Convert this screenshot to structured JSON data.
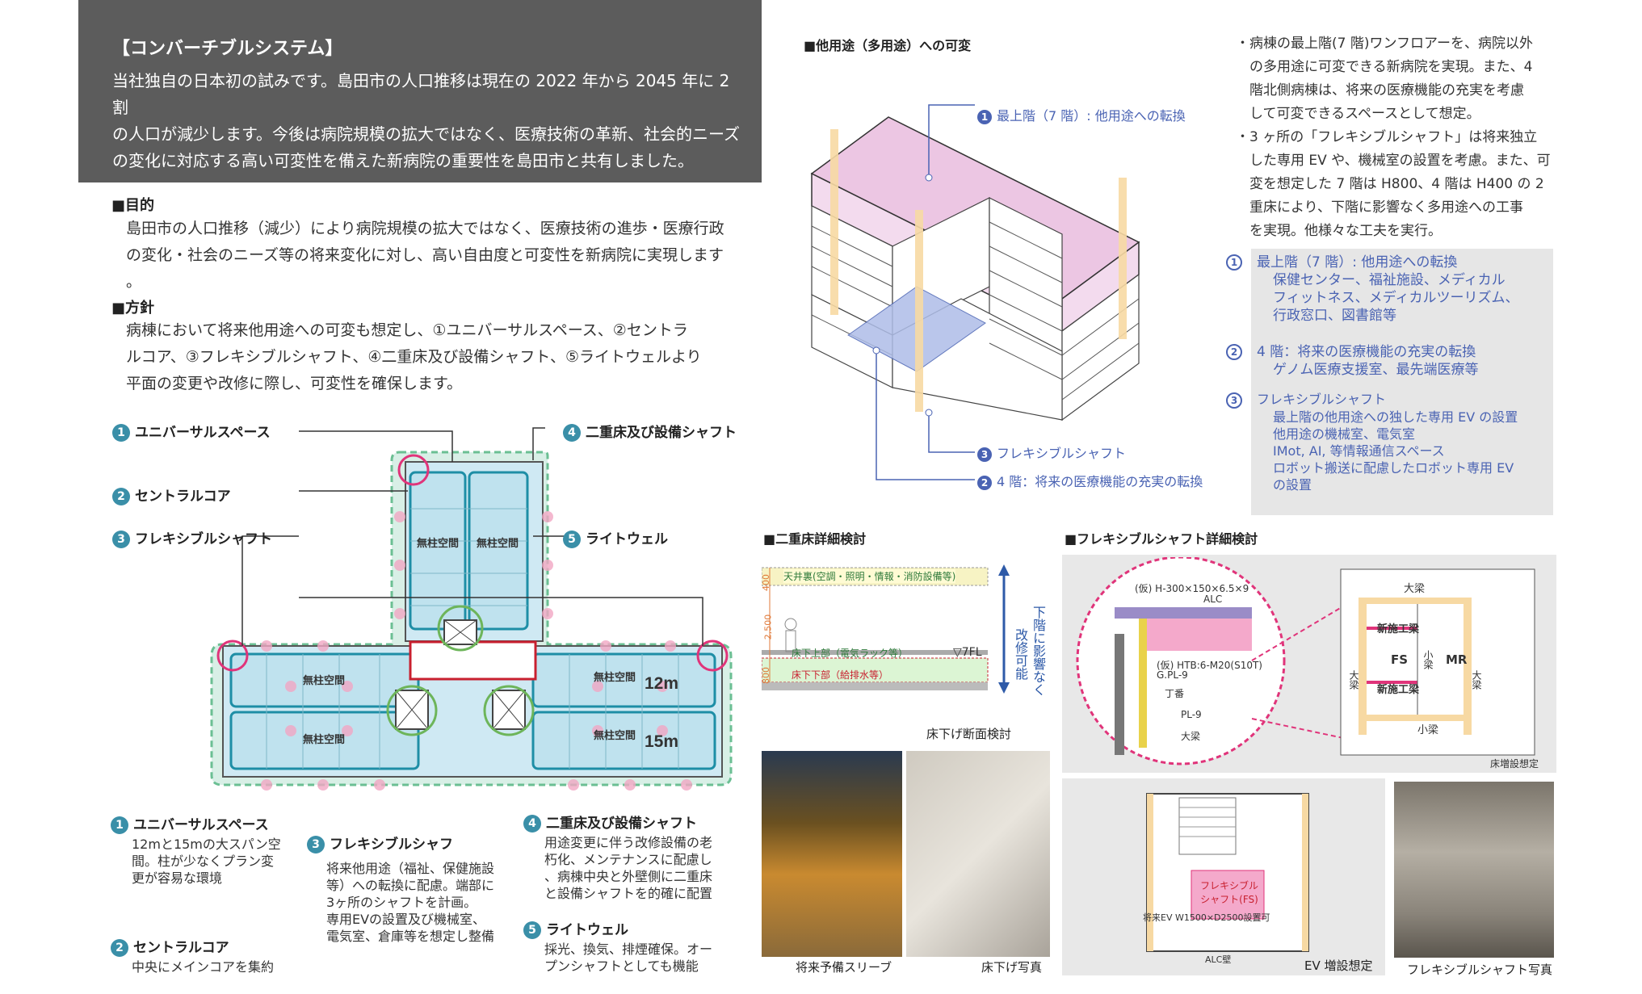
{
  "intro": {
    "heading": "【コンバーチブルシステム】",
    "lines": [
      "当社独自の日本初の試みです。島田市の人口推移は現在の 2022 年から 2045 年に 2 割",
      "の人口が減少します。今後は病院規模の拡大ではなく、医療技術の革新、社会的ニーズ",
      "の変化に対応する高い可変性を備えた新病院の重要性を島田市と共有しました。"
    ]
  },
  "purpose": {
    "heading": "■目的",
    "lines": [
      "島田市の人口推移（減少）により病院規模の拡大ではなく、医療技術の進歩・医療行政",
      "の変化・社会のニーズ等の将来変化に対し、高い自由度と可変性を新病院に実現します",
      "。"
    ]
  },
  "policy": {
    "heading": "■方針",
    "lines": [
      "病棟において将来他用途への可変も想定し、①ユニバーサルスペース、②セントラ",
      "ルコア、③フレキシブルシャフト、④二重床及び設備シャフト、⑤ライトウェルより",
      "平面の変更や改修に際し、可変性を確保します。"
    ]
  },
  "plan": {
    "callouts": [
      {
        "n": "1",
        "label": "ユニバーサルスペース"
      },
      {
        "n": "2",
        "label": "セントラルコア"
      },
      {
        "n": "3",
        "label": "フレキシブルシャフト"
      },
      {
        "n": "4",
        "label": "二重床及び設備シャフト"
      },
      {
        "n": "5",
        "label": "ライトウェル"
      }
    ],
    "room_label": "無柱空間",
    "dim_12": "12m",
    "dim_15": "15m"
  },
  "legend": {
    "u": {
      "n": "1",
      "title": "ユニバーサルスペース",
      "lines": [
        "12mと15mの大スパン空",
        "間。柱が少なくプラン変",
        "更が容易な環境"
      ]
    },
    "c": {
      "n": "2",
      "title": "セントラルコア",
      "lines": [
        "中央にメインコアを集約"
      ]
    },
    "f": {
      "n": "3",
      "title": "フレキシブルシャフ",
      "lines": [
        "将来他用途（福祉、保健施設",
        "等）への転換に配慮。端部に",
        "3ヶ所のシャフトを計画。",
        "専用EVの設置及び機械室、",
        "電気室、倉庫等を想定し整備"
      ]
    },
    "d": {
      "n": "4",
      "title": "二重床及び設備シャフト",
      "lines": [
        "用途変更に伴う改修設備の老",
        "朽化、メンテナンスに配慮し",
        "、病棟中央と外壁側に二重床",
        "と設備シャフトを的確に配置"
      ]
    },
    "l": {
      "n": "5",
      "title": "ライトウェル",
      "lines": [
        "採光、換気、排煙確保。オー",
        "プンシャフトとしても機能"
      ]
    }
  },
  "isometric": {
    "heading": "■他用途（多用途）への可変",
    "label1": "最上階（7 階）: 他用途への転換",
    "label3": "フレキシブルシャフト",
    "label2": "4 階：将来の医療機能の充実の転換"
  },
  "notes": [
    "・病棟の最上階(7 階)ワンフロアーを、病院以外",
    "　の多用途に可変できる新病院を実現。また、4",
    "　階北側病棟は、将来の医療機能の充実を考慮",
    "　して可変できるスペースとして想定。",
    "・3 ヶ所の「フレキシブルシャフト」は将来独立",
    "　した専用 EV や、機械室の設置を考慮。また、可",
    "　変を想定した 7 階は H800、4 階は H400 の 2",
    "　重床により、下階に影響なく多用途への工事",
    "　を実現。他様々な工夫を実行。"
  ],
  "box": {
    "i1": {
      "n": "1",
      "title": "最上階（7 階）: 他用途への転換",
      "lines": [
        "保健センター、福祉施設、メディカル",
        "フィットネス、メディカルツーリズム、",
        "行政窓口、図書館等"
      ]
    },
    "i2": {
      "n": "2",
      "title": "4 階：将来の医療機能の充実の転換",
      "lines": [
        "ゲノム医療支援室、最先端医療等"
      ]
    },
    "i3": {
      "n": "3",
      "title": "フレキシブルシャフト",
      "lines": [
        "最上階の他用途への独した専用 EV の設置",
        "他用途の機械室、電気室",
        "IMot, AI, 等情報通信スペース",
        "ロボット搬送に配慮したロボット専用 EV",
        "の設置"
      ]
    }
  },
  "double_floor": {
    "heading": "■二重床詳細検討",
    "ceiling": "天井裏(空調・照明・情報・消防設備等)",
    "upper": "床下上部（電気ラック等）",
    "lower": "床下下部（給排水等）",
    "dim_400": "400",
    "dim_2500": "2,500",
    "dim_800": "800",
    "level": "▽7FL",
    "side_a": "下階に影響なく",
    "side_b": "改修可能",
    "caption": "床下げ断面検討",
    "photo1": "将来予備スリーブ",
    "photo2": "床下げ写真"
  },
  "shaft": {
    "heading": "■フレキシブルシャフト詳細検討",
    "c_beam": "(仮) H-300×150×6.5×9",
    "c_alc": "ALC",
    "c_htb": "(仮) HTB:6-M20(S10T)",
    "c_gpl": "G.PL-9",
    "c_ding": "丁番",
    "c_pl": "PL-9",
    "c_dahari": "大梁",
    "r_dahari_top": "大梁",
    "r_new1": "新施工梁",
    "r_new2": "新施工梁",
    "r_fs": "FS",
    "r_mr": "MR",
    "r_koharu_v": "小梁",
    "r_daha_l": "大梁",
    "r_daha_r": "大梁",
    "r_koharu": "小梁",
    "r_caption": "床増設想定",
    "ev_fs": "フレキシブルシャフト(FS)",
    "ev_dim": "将来EV W1500×D2500設置可",
    "ev_alc": "ALC壁",
    "ev_caption": "EV 増設想定",
    "photo_caption": "フレキシブルシャフト写真"
  },
  "colors": {
    "teal": "#3a8fa8",
    "blue": "#4a63b3",
    "pink": "#e0347a",
    "green": "#6db55a",
    "red": "#c8202f"
  }
}
